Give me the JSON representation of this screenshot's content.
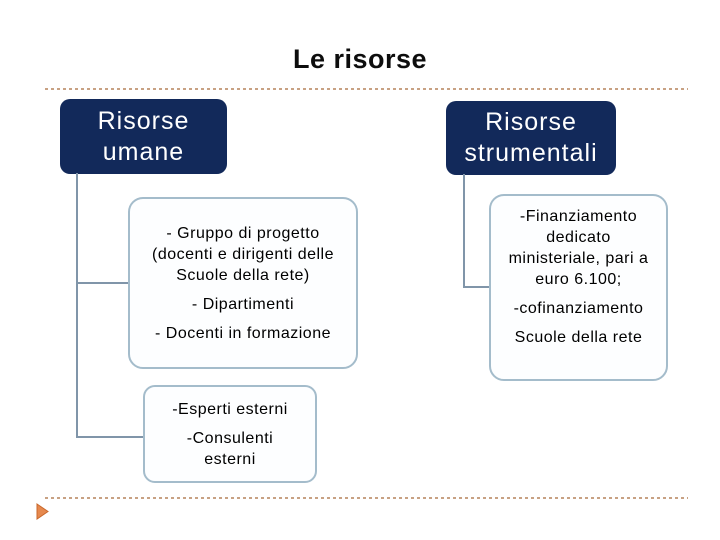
{
  "title": "Le risorse",
  "left_branch": {
    "header": "Risorse umane",
    "box1": {
      "p1": "- Gruppo di progetto (docenti e dirigenti delle Scuole della rete)",
      "p2": "- Dipartimenti",
      "p3": "- Docenti in formazione"
    },
    "box2": {
      "p1": "-Esperti esterni",
      "p2": "-Consulenti esterni"
    }
  },
  "right_branch": {
    "header": "Risorse strumentali",
    "box1": {
      "p1": "-Finanziamento dedicato ministeriale, pari a euro 6.100;",
      "p2": "-cofinanziamento",
      "p3": "Scuole della rete"
    }
  },
  "footer": {
    "bullet_icon": "triangle-right-icon"
  },
  "colors": {
    "header_box_bg": "#12295a",
    "header_box_text": "#ffffff",
    "child_box_border": "#a4bccb",
    "child_box_bg": "#fdfeff",
    "connector": "#8095a9",
    "divider_dash": "#c8a183",
    "bullet_fill": "#e6894e",
    "bullet_stroke": "#c9682c",
    "title_text": "#0d0d0d"
  }
}
